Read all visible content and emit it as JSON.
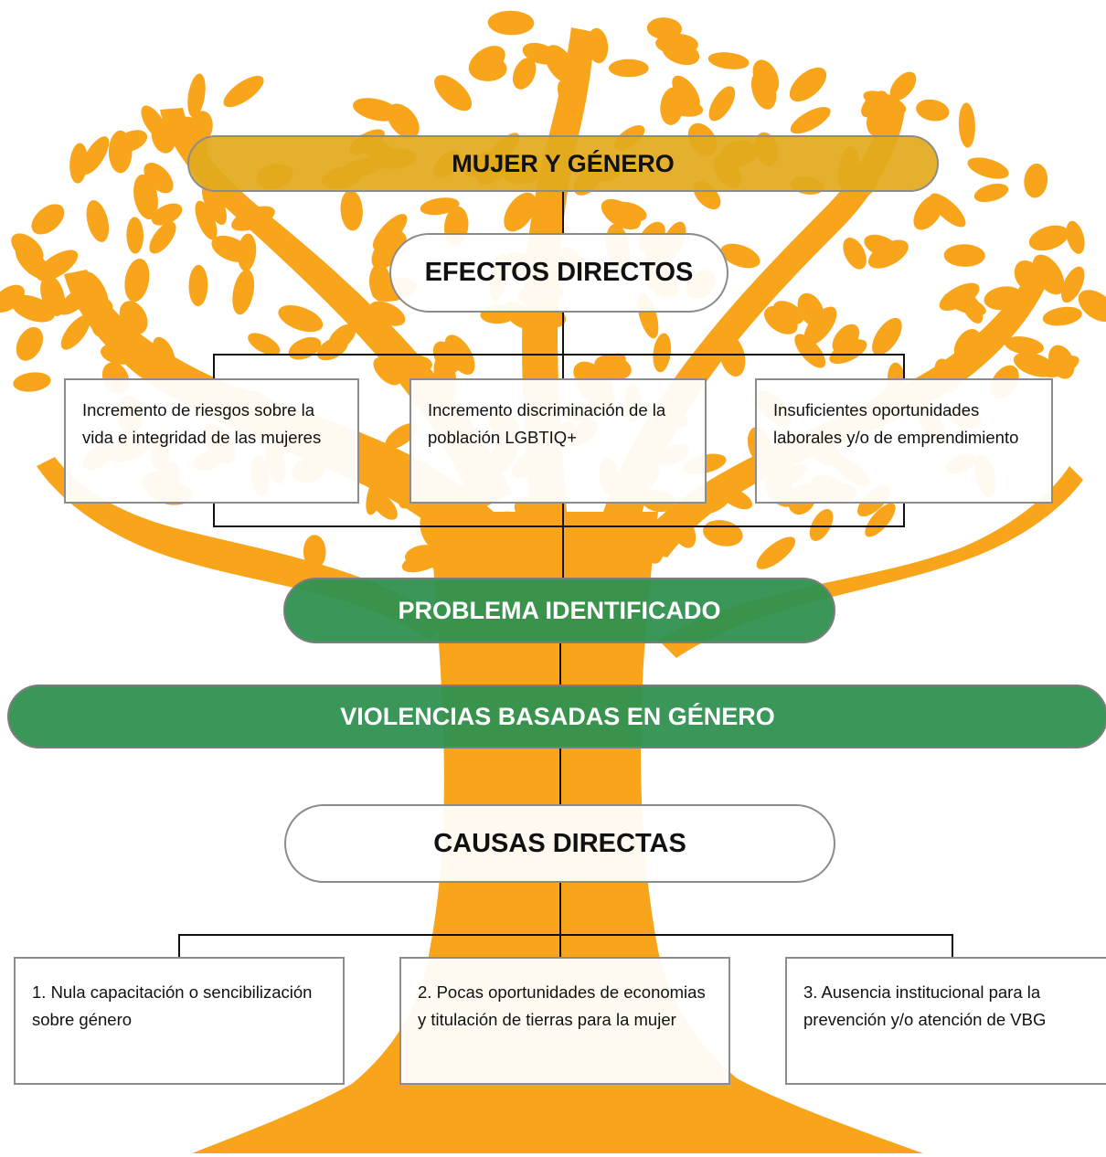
{
  "header": {
    "title": "MUJER Y GÉNERO"
  },
  "effects": {
    "heading": "EFECTOS DIRECTOS",
    "items": [
      "Incremento de riesgos sobre la vida e integridad de las mujeres",
      "Incremento discriminación de la población LGBTIQ+",
      "Insuficientes oportunidades laborales y/o de emprendimiento"
    ]
  },
  "problem": {
    "label": "PROBLEMA IDENTIFICADO",
    "statement": "VIOLENCIAS BASADAS EN GÉNERO"
  },
  "causes": {
    "heading": "CAUSAS DIRECTAS",
    "items": [
      "1. Nula capacitación o sencibilización sobre género",
      "2. Pocas oportunidades de economias y titulación de tierras para la mujer",
      "3. Ausencia institucional para la prevención y/o atención de VBG"
    ]
  },
  "colors": {
    "tree": "#F8A51B",
    "title_pill": "#E2AA1E",
    "problem_pill": "#2F9150",
    "border": "#8C8C8C"
  }
}
